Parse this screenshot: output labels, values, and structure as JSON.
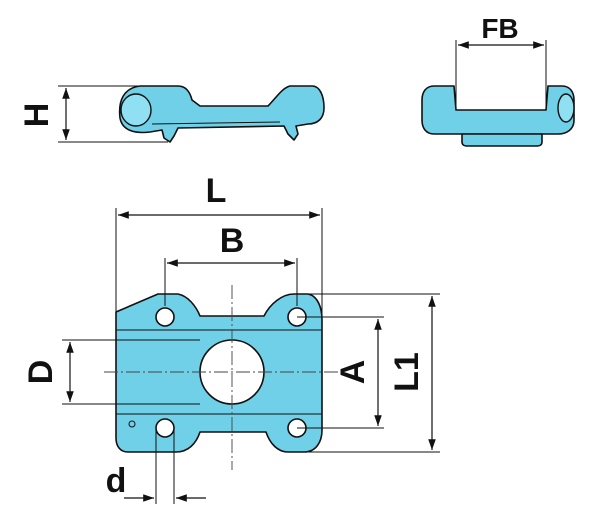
{
  "labels": {
    "fb": "FB",
    "h": "H",
    "l": "L",
    "b": "B",
    "d_upper": "D",
    "a": "A",
    "l1": "L1",
    "d_lower": "d"
  },
  "colors": {
    "part_fill": "#6fd0e8",
    "outline": "#111111",
    "background": "#ffffff"
  }
}
